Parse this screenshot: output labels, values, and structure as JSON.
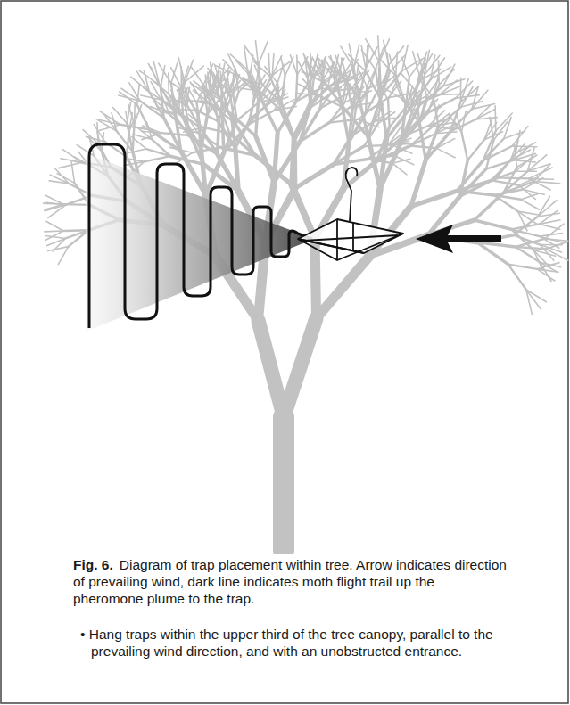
{
  "diagram": {
    "caption": "Diagram of trap placement within tree. Arrow indicates direction of prevailing wind, dark line indicates moth flight trail up the pheromone plume to the trap.",
    "labels": [
      "Fig. 6.",
      "• Hang traps within the upper third of the tree canopy, parallel to the prevailing wind direction, and with an unobstructed entrance."
    ]
  }
}
